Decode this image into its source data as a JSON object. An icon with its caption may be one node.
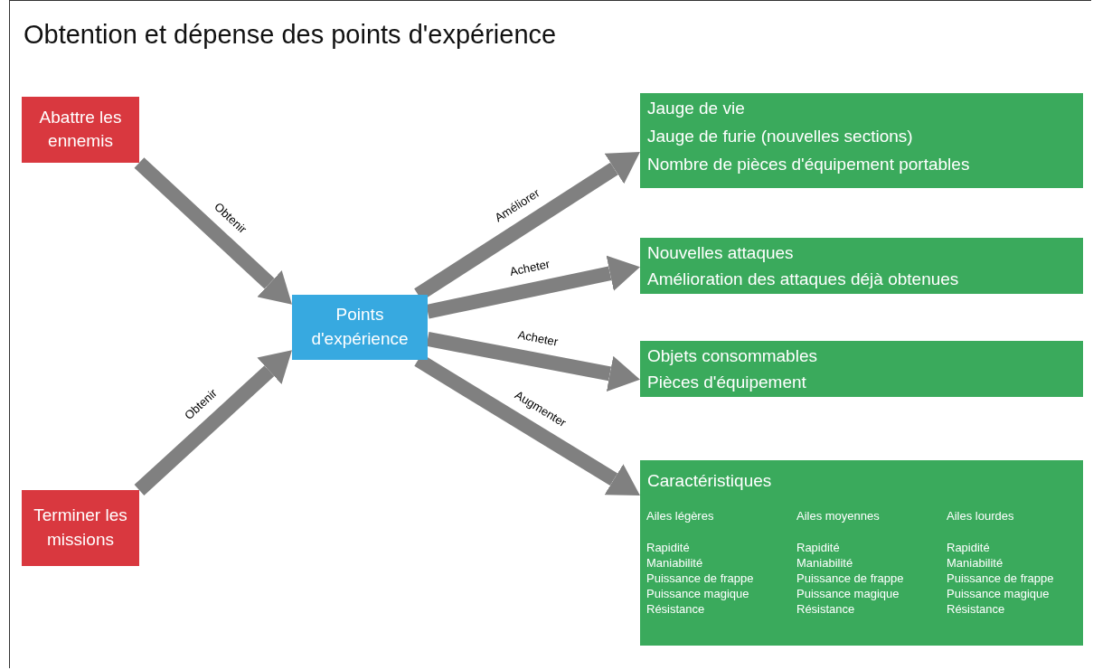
{
  "diagram": {
    "title": "Obtention et dépense des points d'expérience",
    "nodes": [
      {
        "text": [
          "Abattre les ennemis"
        ]
      },
      {
        "text": [
          "Terminer les missions"
        ]
      },
      {
        "text": [
          "Points d'expérience"
        ]
      },
      {
        "text": [
          "Jauge de vie",
          "Jauge de furie (nouvelles sections)",
          "Nombre de pièces d'équipement portables"
        ]
      },
      {
        "text": [
          "Nouvelles attaques",
          "Amélioration des attaques déjà obtenues"
        ]
      },
      {
        "text": [
          "Objets consommables",
          "Pièces d'équipement"
        ]
      },
      {
        "text": [
          "Caractéristiques",
          "Ailes légères",
          "Rapidité",
          "Maniabilité",
          "Puissance de frappe",
          "Puissance magique",
          "Résistance",
          "Ailes moyennes",
          "Rapidité",
          "Maniabilité",
          "Puissance de frappe",
          "Puissance magique",
          "Résistance",
          "Ailes lourdes",
          "Rapidité",
          "Maniabilité",
          "Puissance de frappe",
          "Puissance magique",
          "Résistance"
        ]
      }
    ],
    "edges": [
      {
        "from": 0,
        "to": 2,
        "arrow": "to",
        "label": "Obtenir"
      },
      {
        "from": 1,
        "to": 2,
        "arrow": "to",
        "label": "Obtenir"
      },
      {
        "from": 2,
        "to": 3,
        "arrow": "to",
        "label": "Améliorer"
      },
      {
        "from": 2,
        "to": 4,
        "arrow": "to",
        "label": "Acheter"
      },
      {
        "from": 2,
        "to": 5,
        "arrow": "to",
        "label": "Acheter"
      },
      {
        "from": 2,
        "to": 6,
        "arrow": "to",
        "label": "Augmenter"
      }
    ]
  }
}
